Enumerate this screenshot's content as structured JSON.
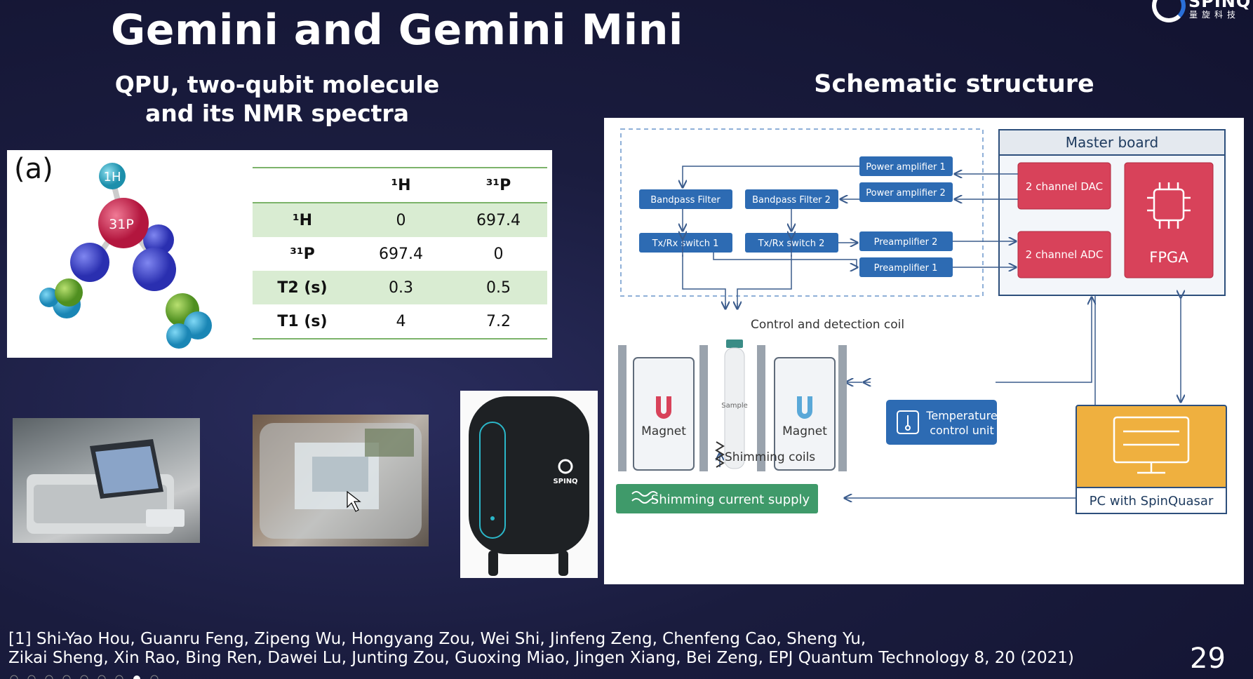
{
  "slide": {
    "title": "Gemini and Gemini Mini",
    "left_subtitle_line1": "QPU, two-qubit molecule",
    "left_subtitle_line2": "and its NMR spectra",
    "right_subtitle": "Schematic structure",
    "page_number": "29"
  },
  "logo": {
    "brand": "SPINQ",
    "chinese": "量旋科技"
  },
  "molecule": {
    "panel_label": "(a)",
    "atom_labels": [
      "1H",
      "31P"
    ]
  },
  "nmr_table": {
    "headers": [
      "",
      "¹H",
      "³¹P"
    ],
    "rows": [
      {
        "label": "¹H",
        "values": [
          "0",
          "697.4"
        ]
      },
      {
        "label": "³¹P",
        "values": [
          "697.4",
          "0"
        ]
      },
      {
        "label": "T2 (s)",
        "values": [
          "0.3",
          "0.5"
        ]
      },
      {
        "label": "T1 (s)",
        "values": [
          "4",
          "7.2"
        ]
      }
    ]
  },
  "device_logo_text": "SPINQ",
  "schematic": {
    "master_board": "Master board",
    "dac": "2 channel DAC",
    "adc": "2 channel ADC",
    "fpga": "FPGA",
    "power_amp_1": "Power amplifier 1",
    "power_amp_2": "Power amplifier 2",
    "bandpass_1": "Bandpass Filter",
    "bandpass_2": "Bandpass Filter 2",
    "txrx_1": "Tx/Rx switch 1",
    "txrx_2": "Tx/Rx switch 2",
    "preamp_2": "Preamplifier 2",
    "preamp_1": "Preamplifier 1",
    "coil_label": "Control and detection coil",
    "magnet_left": "Magnet",
    "magnet_right": "Magnet",
    "sample": "Sample",
    "temp_line1": "Temperature",
    "temp_line2": "control unit",
    "shimming_coils": "Shimming coils",
    "shimming_supply": "Shimming current supply",
    "pc": "PC with SpinQuasar",
    "colors": {
      "blue": "#2d6bb3",
      "red": "#d8425a",
      "orange": "#efb03f",
      "green": "#3f9a6a"
    }
  },
  "citation": {
    "line1": "[1] Shi-Yao Hou, Guanru Feng, Zipeng Wu, Hongyang Zou, Wei Shi, Jinfeng Zeng, Chenfeng Cao, Sheng Yu,",
    "line2": "Zikai Sheng, Xin Rao, Bing Ren, Dawei Lu, Junting Zou, Guoxing Miao, Jingen Xiang, Bei Zeng, EPJ Quantum Technology 8, 20 (2021)"
  }
}
